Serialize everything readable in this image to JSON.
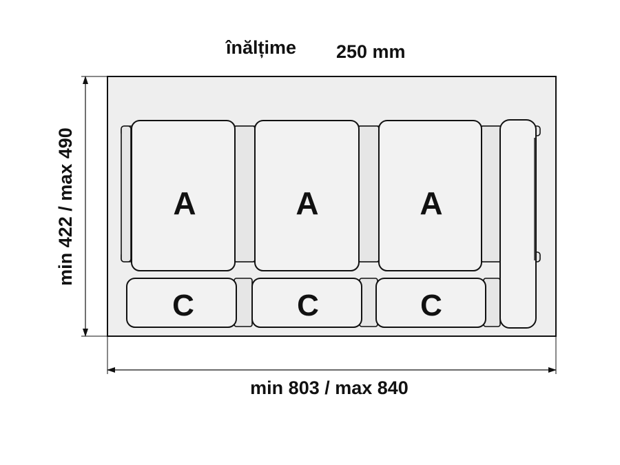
{
  "height_label": "înălțime",
  "height_value": "250 mm",
  "depth_label": "min 422 / max 490",
  "width_label": "min 803 / max 840",
  "compartments": {
    "large": [
      "A",
      "A",
      "A"
    ],
    "small": [
      "C",
      "C",
      "C"
    ]
  },
  "colors": {
    "line": "#111111",
    "frame_fill": "#eeeeee",
    "bin_fill": "#f2f2f2"
  }
}
